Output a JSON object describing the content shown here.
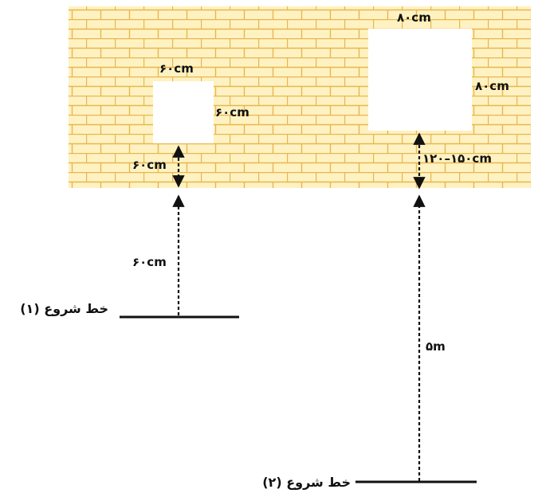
{
  "diagram": {
    "colors": {
      "wall_fill": "#fff2c2",
      "mortar": "#e8b64f",
      "line": "#111111"
    },
    "window_small": {
      "top_width": "۶۰cm",
      "side_height": "۶۰cm",
      "sill_height": "۶۰cm"
    },
    "window_large": {
      "top_width": "۸۰cm",
      "side_height": "۸۰cm",
      "sill_height": "۱۲۰–۱۵۰cm"
    },
    "start_line_1": {
      "label": "خط شروع (۱)",
      "distance": "۶۰cm"
    },
    "start_line_2": {
      "label": "خط شروع (۲)",
      "distance": "۵m"
    }
  }
}
